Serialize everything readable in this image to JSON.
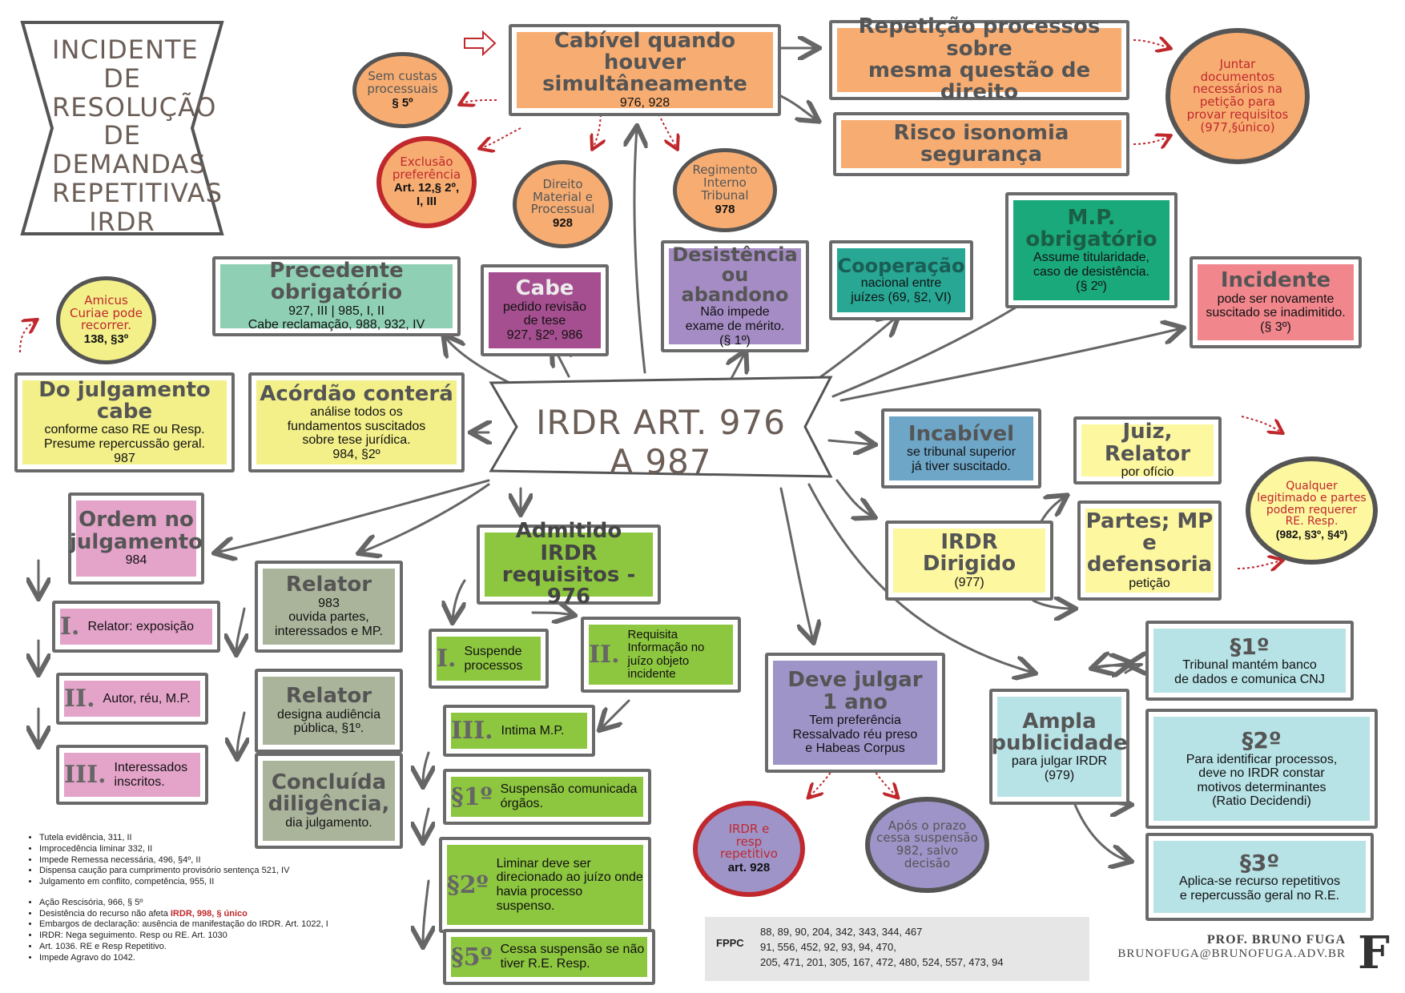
{
  "title": {
    "lines": [
      "INCIDENTE DE",
      "RESOLUÇÃO DE",
      "DEMANDAS",
      "REPETITIVAS",
      "IRDR"
    ]
  },
  "center": "IRDR ART. 976 A 987",
  "cabivel": {
    "title_1": "Cabível quando houver",
    "title_2": "simultâneamente",
    "sub": "976, 928"
  },
  "repeticao": {
    "line1": "Repetição processos sobre",
    "line2": "mesma questão de direito"
  },
  "risco": "Risco isonomia segurança",
  "juntar": {
    "l1": "Juntar",
    "l2": "documentos",
    "l3": "necessários na",
    "l4": "petição para",
    "l5": "provar requisitos",
    "l6": "(977,§único)"
  },
  "sem_custas": {
    "l1": "Sem custas",
    "l2": "processuais",
    "sub": "§ 5º"
  },
  "exclusao": {
    "l1": "Exclusão",
    "l2": "preferência",
    "sub1": "Art. 12,§ 2º,",
    "sub2": "I, III"
  },
  "direito_material": {
    "l1": "Direito",
    "l2": "Material e",
    "l3": "Processual",
    "sub": "928"
  },
  "regimento": {
    "l1": "Regimento",
    "l2": "Interno",
    "l3": "Tribunal",
    "sub": "978"
  },
  "precedente": {
    "title": "Precedente obrigatório",
    "l1": "927, III | 985, I, II",
    "l2": "Cabe reclamação, 988, 932, IV"
  },
  "cabe": {
    "title": "Cabe",
    "l1": "pedido revisão",
    "l2": "de tese",
    "l3": "927, §2º, 986"
  },
  "desistencia": {
    "t1": "Desistência",
    "t2": "ou abandono",
    "l1": "Não impede",
    "l2": "exame de mérito.",
    "l3": "(§ 1º)"
  },
  "cooperacao": {
    "title": "Cooperação",
    "l1": "nacional entre",
    "l2": "juízes (69, §2, VI)"
  },
  "mp": {
    "t1": "M.P.",
    "t2": "obrigatório",
    "l1": "Assume titularidade,",
    "l2": "caso de desistência.",
    "l3": "(§ 2º)"
  },
  "incidente": {
    "title": "Incidente",
    "l1": "pode ser novamente",
    "l2": "suscitado se inadimitido.",
    "l3": "(§ 3º)"
  },
  "amicus": {
    "l1": "Amicus",
    "l2": "Curiae pode",
    "l3": "recorrer.",
    "sub": "138, §3º"
  },
  "julgamento_cabe": {
    "title": "Do julgamento cabe",
    "l1": "conforme caso RE ou Resp.",
    "l2": "Presume repercussão geral.",
    "l3": "987"
  },
  "acordao": {
    "title": "Acórdão conterá",
    "l1": "análise todos os",
    "l2": "fundamentos suscitados",
    "l3": "sobre tese jurídica.",
    "l4": "984, §2º"
  },
  "incabivel": {
    "title": "Incabível",
    "l1": "se tribunal superior",
    "l2": "já tiver suscitado."
  },
  "juiz_relator": {
    "title": "Juiz, Relator",
    "sub": "por ofício"
  },
  "partes": {
    "t1": "Partes; MP",
    "t2": "e defensoria",
    "sub": "petição"
  },
  "qualquer": {
    "l1": "Qualquer",
    "l2": "legitimado e partes",
    "l3": "podem requerer",
    "l4": "RE. Resp.",
    "sub": "(982, §3º, §4º)"
  },
  "irdr_dirigido": {
    "title": "IRDR Dirigido",
    "sub": "(977)"
  },
  "ordem": {
    "t1": "Ordem no",
    "t2": "julgamento",
    "sub": "984"
  },
  "ordem_items": [
    {
      "roman": "I.",
      "text": "Relator: exposição"
    },
    {
      "roman": "II.",
      "text": "Autor, réu, M.P."
    },
    {
      "roman": "III.",
      "text": "Interessados inscritos."
    }
  ],
  "relator1": {
    "title": "Relator",
    "l1": "983",
    "l2": "ouvida partes,",
    "l3": "interessados e MP."
  },
  "relator2": {
    "title": "Relator",
    "l1": "designa audiência",
    "l2": "pública, §1º."
  },
  "concluida": {
    "t1": "Concluída",
    "t2": "diligência,",
    "sub": "dia julgamento."
  },
  "admitido": {
    "t1": "Admitido IRDR",
    "t2": "requisitos - 976"
  },
  "admitido_items": [
    {
      "roman": "I.",
      "text": "Suspende processos"
    },
    {
      "roman": "II.",
      "text": "Requisita Informação no juízo objeto incidente"
    },
    {
      "roman": "III.",
      "text": "Intima M.P."
    },
    {
      "roman": "§1º",
      "text": "Suspensão comunicada órgãos."
    },
    {
      "roman": "§2º",
      "text": "Liminar deve ser direcionado ao juízo onde havia processo suspenso."
    },
    {
      "roman": "§5º",
      "text": "Cessa suspensão se não tiver R.E. Resp."
    }
  ],
  "deve_julgar": {
    "t1": "Deve julgar",
    "t2": "1 ano",
    "l1": "Tem preferência",
    "l2": "Ressalvado réu preso",
    "l3": "e Habeas Corpus"
  },
  "irdr_resp": {
    "l1": "IRDR e",
    "l2": "resp",
    "l3": "repetitivo",
    "sub": "art. 928"
  },
  "apos_prazo": {
    "l1": "Após o prazo",
    "l2": "cessa suspensão",
    "l3": "982, salvo",
    "l4": "decisão"
  },
  "ampla": {
    "t1": "Ampla",
    "t2": "publicidade",
    "l1": "para julgar IRDR",
    "l2": "(979)"
  },
  "par1": {
    "title": "§1º",
    "l1": "Tribunal mantém banco",
    "l2": "de dados e comunica CNJ"
  },
  "par2": {
    "title": "§2º",
    "l1": "Para identificar processos,",
    "l2": "deve no IRDR constar",
    "l3": "motivos determinantes",
    "l4": "(Ratio Decidendi)"
  },
  "par3": {
    "title": "§3º",
    "l1": "Aplica-se recurso repetitivos",
    "l2": "e repercussão geral no R.E."
  },
  "notes1": [
    "Tutela evidência, 311, II",
    "Improcedência liminar 332, II",
    "Impede Remessa necessária, 496, §4º, II",
    "Dispensa caução para cumprimento provisório sentença 521, IV",
    "Julgamento em conflito, competência, 955, II"
  ],
  "notes2": [
    {
      "text": "Ação Rescisória, 966, § 5º",
      "red": ""
    },
    {
      "text": "Desistência do recurso não afeta ",
      "red": "IRDR, 998, § único"
    },
    {
      "text": "Embargos de declaração: ausência de manifestação do IRDR. Art. 1022, I",
      "red": ""
    },
    {
      "text": "IRDR: Nega seguimento. Resp ou RE. Art. 1030",
      "red": ""
    },
    {
      "text": "Art. 1036. RE e Resp Repetitivo.",
      "red": ""
    },
    {
      "text": "Impede Agravo do 1042.",
      "red": ""
    }
  ],
  "fppc": {
    "label": "FPPC",
    "l1": "88, 89, 90, 204, 342, 343, 344, 467",
    "l2": "91, 556, 452, 92, 93, 94, 470,",
    "l3": "205, 471, 201, 305, 167, 472, 480, 524, 557, 473, 94"
  },
  "author": {
    "name": "PROF. BRUNO FUGA",
    "email": "BRUNOFUGA@BRUNOFUGA.ADV.BR",
    "logo": "F"
  }
}
